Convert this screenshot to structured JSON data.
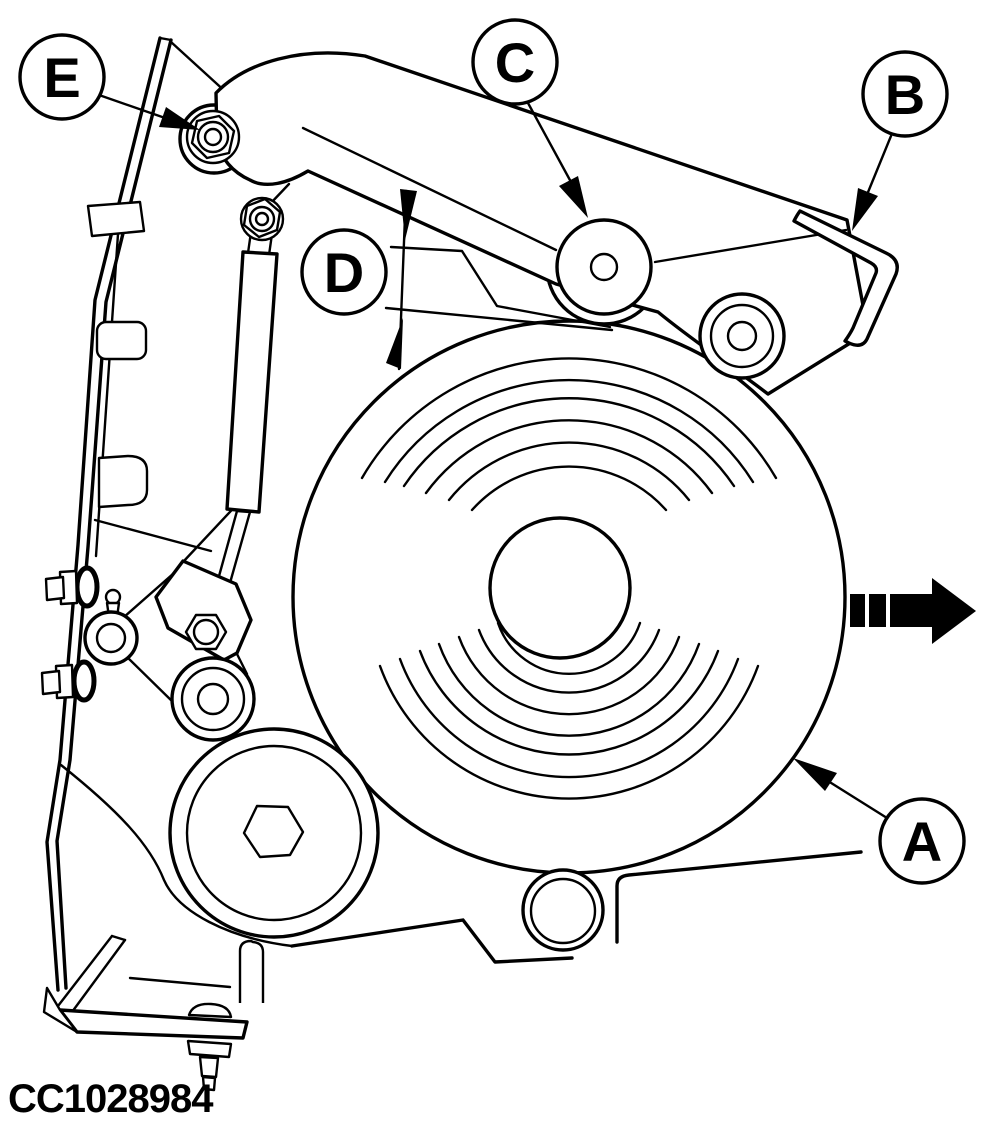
{
  "figure": {
    "code": "CC1028984",
    "background_color": "#ffffff",
    "line_color": "#000000"
  },
  "callouts": [
    {
      "id": "A",
      "letter": "A",
      "points_to": "mower-drive-pulley-rim"
    },
    {
      "id": "B",
      "letter": "B",
      "points_to": "belt-guide-bracket"
    },
    {
      "id": "C",
      "letter": "C",
      "points_to": "tensioner-arm-idler-boss"
    },
    {
      "id": "D",
      "letter": "D",
      "points_to": "clearance-gap-dimension"
    },
    {
      "id": "E",
      "letter": "E",
      "points_to": "arm-pivot-bolt"
    }
  ],
  "icons": {
    "direction_arrow": "dashed-right-arrow",
    "leader_arrow": "solid-leader-arrow",
    "dimension_indicator": "opposing-dimension-arrowheads"
  }
}
